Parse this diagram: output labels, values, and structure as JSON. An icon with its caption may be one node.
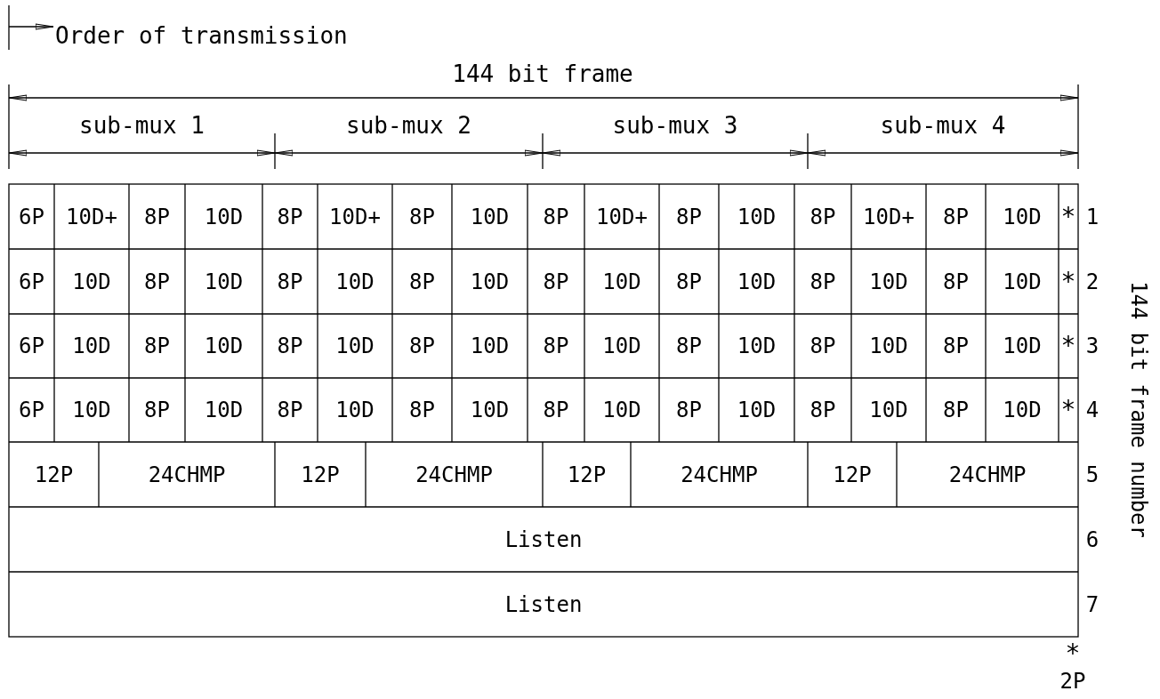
{
  "diagram": {
    "labels": [
      "Order of transmission",
      "144 bit frame",
      "sub-mux 1",
      "sub-mux 2",
      "sub-mux 3",
      "sub-mux 4",
      "6P",
      "10D+",
      "8P",
      "10D",
      "8P",
      "10D+",
      "8P",
      "10D",
      "8P",
      "10D+",
      "8P",
      "10D",
      "8P",
      "10D+",
      "8P",
      "10D",
      "*",
      "1",
      "6P",
      "10D",
      "8P",
      "10D",
      "8P",
      "10D",
      "8P",
      "10D",
      "8P",
      "10D",
      "8P",
      "10D",
      "8P",
      "10D",
      "8P",
      "10D",
      "*",
      "2",
      "6P",
      "10D",
      "8P",
      "10D",
      "8P",
      "10D",
      "8P",
      "10D",
      "8P",
      "10D",
      "8P",
      "10D",
      "8P",
      "10D",
      "8P",
      "10D",
      "*",
      "3",
      "6P",
      "10D",
      "8P",
      "10D",
      "8P",
      "10D",
      "8P",
      "10D",
      "8P",
      "10D",
      "8P",
      "10D",
      "8P",
      "10D",
      "8P",
      "10D",
      "*",
      "4",
      "12P",
      "24CHMP",
      "12P",
      "24CHMP",
      "12P",
      "24CHMP",
      "12P",
      "24CHMP",
      "5",
      "Listen",
      "6",
      "Listen",
      "7",
      "144 bit frame number",
      "*",
      "2P"
    ]
  }
}
